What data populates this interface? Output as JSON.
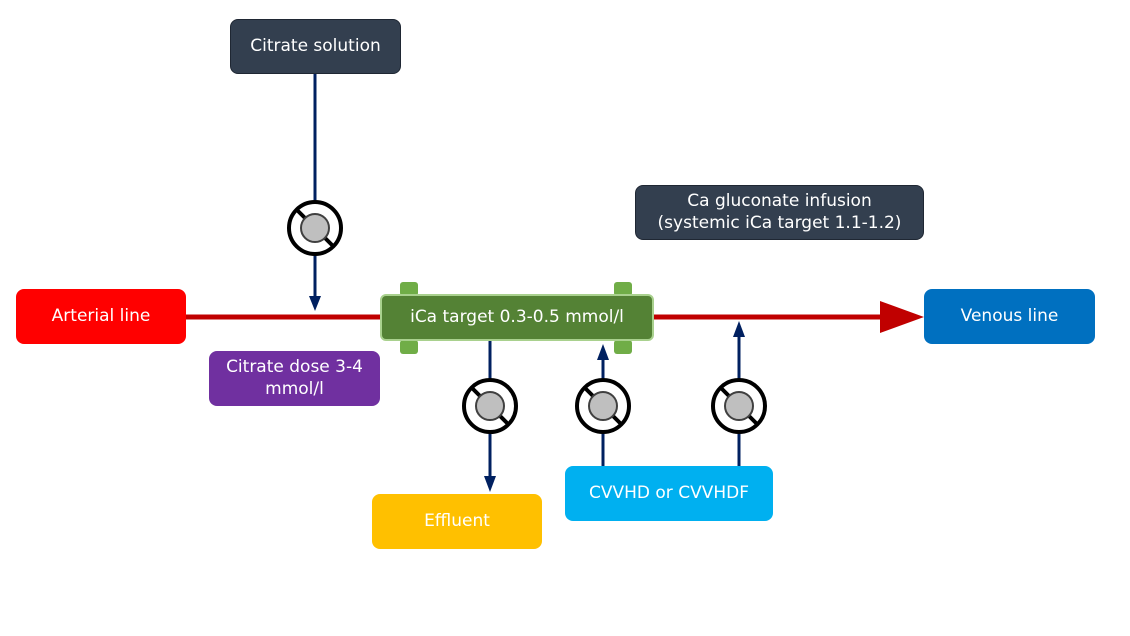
{
  "nodes": {
    "citrate_solution": "Citrate solution",
    "ca_gluconate_line1": "Ca gluconate infusion",
    "ca_gluconate_line2": "(systemic iCa target 1.1-1.2)",
    "arterial_line": "Arterial line",
    "filter": "iCa target 0.3-0.5 mmol/l",
    "venous_line": "Venous line",
    "citrate_dose_line1": "Citrate dose 3-4",
    "citrate_dose_line2": "mmol/l",
    "effluent": "Effluent",
    "cvvhd": "CVVHD or CVVHDF"
  },
  "colors": {
    "blood_line": "#c00000",
    "flow_arrow": "#002060",
    "dark_box": "#333f4f",
    "arterial": "#ff0000",
    "venous": "#0070c0",
    "filter": "#548235",
    "citrate_dose": "#7030a0",
    "effluent": "#ffc000",
    "cvvhd": "#00b0f0"
  }
}
